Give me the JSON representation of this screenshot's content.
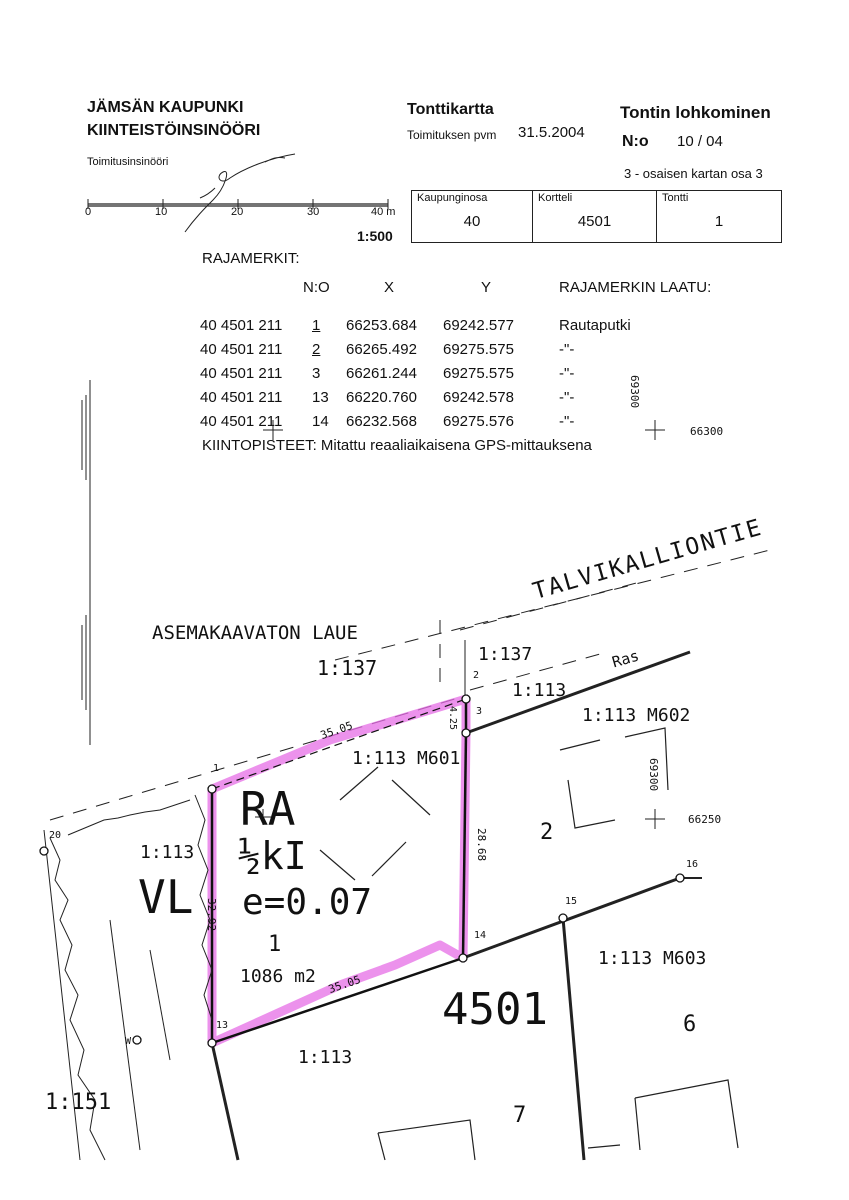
{
  "header": {
    "organization": "JÄMSÄN KAUPUNKI",
    "department": "KIINTEISTÖINSINÖÖRI",
    "officer_label": "Toimitusinsinööri"
  },
  "map_type": {
    "title": "Tonttikartta",
    "date_label": "Toimituksen pvm",
    "date": "31.5.2004"
  },
  "procedure": {
    "title": "Tontin lohkominen",
    "number_label": "N:o",
    "number": "10 / 04",
    "map_part": "3 - osaisen kartan osa 3"
  },
  "scale_bar": {
    "ticks": [
      "0",
      "10",
      "20",
      "30",
      "40 m"
    ],
    "ratio": "1:500"
  },
  "parcel_info": {
    "district_label": "Kaupunginosa",
    "district": "40",
    "block_label": "Kortteli",
    "block": "4501",
    "plot_label": "Tontti",
    "plot": "1"
  },
  "boundary_markers": {
    "title": "RAJAMERKIT:",
    "col_no": "N:O",
    "col_x": "X",
    "col_y": "Y",
    "col_quality": "RAJAMERKIN LAATU:",
    "rows": [
      {
        "prefix": "40  4501  211",
        "no": "1",
        "x": "66253.684",
        "y": "69242.577",
        "quality": "Rautaputki"
      },
      {
        "prefix": "40  4501  211",
        "no": "2",
        "x": "66265.492",
        "y": "69275.575",
        "quality": "-\"-"
      },
      {
        "prefix": "40  4501  211",
        "no": "3",
        "x": "66261.244",
        "y": "69275.575",
        "quality": "-\"-"
      },
      {
        "prefix": "40  4501  211",
        "no": "13",
        "x": "66220.760",
        "y": "69242.578",
        "quality": "-\"-"
      },
      {
        "prefix": "40  4501  211",
        "no": "14",
        "x": "66232.568",
        "y": "69275.576",
        "quality": "-\"-"
      }
    ],
    "fixed_points": "KIINTOPISTEET: Mitattu reaaliaikaisena GPS-mittauksena"
  },
  "grid_labels": {
    "y_top": "69300",
    "x_top": "66300",
    "y_mid": "69300",
    "x_mid": "66250"
  },
  "plan": {
    "unplanned_area": "ASEMAKAAVATON LAUE",
    "road_name": "TALVIKALLIONTIE",
    "ras": "Ras",
    "ref_1_137_a": "1:137",
    "ref_1_137_b": "1:137",
    "ref_1_113_road": "1:113",
    "ref_m602": "1:113  M602",
    "ref_m601": "1:113  M601",
    "ref_m603": "1:113  M603",
    "ref_vl": "1:113",
    "ref_bottom": "1:113",
    "ref_151": "1:151",
    "zone_ra": "RA",
    "zone_kerros": "½kI",
    "efficiency": "e=0.07",
    "plot_no": "1",
    "area": "1086 m2",
    "zone_vl": "VL",
    "block_no": "4501",
    "plot_2": "2",
    "plot_6": "6",
    "plot_7": "7",
    "dim_top": "35.05",
    "dim_bottom": "35.05",
    "dim_left": "32.92",
    "dim_right": "28.68",
    "dim_short": "4.25",
    "pt_1": "1",
    "pt_2": "2",
    "pt_3": "3",
    "pt_13": "13",
    "pt_14": "14",
    "pt_15": "15",
    "pt_16": "16",
    "pt_20": "20",
    "pt_w": "W"
  }
}
